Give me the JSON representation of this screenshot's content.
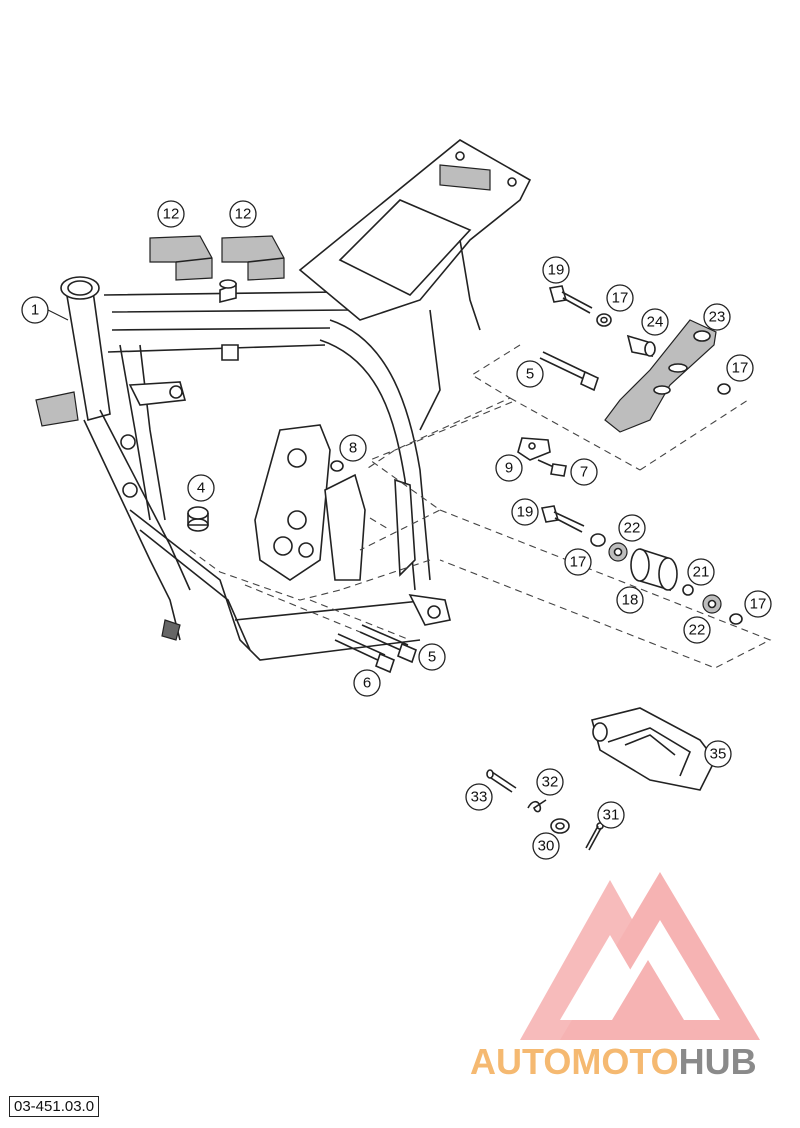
{
  "diagram": {
    "callouts": [
      {
        "label": "1"
      },
      {
        "label": "4"
      },
      {
        "label": "5"
      },
      {
        "label": "5"
      },
      {
        "label": "6"
      },
      {
        "label": "7"
      },
      {
        "label": "8"
      },
      {
        "label": "9"
      },
      {
        "label": "12"
      },
      {
        "label": "12"
      },
      {
        "label": "17"
      },
      {
        "label": "17"
      },
      {
        "label": "17"
      },
      {
        "label": "17"
      },
      {
        "label": "18"
      },
      {
        "label": "19"
      },
      {
        "label": "19"
      },
      {
        "label": "21"
      },
      {
        "label": "22"
      },
      {
        "label": "22"
      },
      {
        "label": "23"
      },
      {
        "label": "24"
      },
      {
        "label": "30"
      },
      {
        "label": "31"
      },
      {
        "label": "32"
      },
      {
        "label": "33"
      },
      {
        "label": "35"
      }
    ]
  },
  "reference_code": "03-451.03.0",
  "watermark": {
    "text_part1": "AUTOMOTO",
    "text_part2": "HUB",
    "color_light": "#f5a6a6",
    "color_orange": "#f5b971",
    "color_gray": "#8a8a8a"
  }
}
